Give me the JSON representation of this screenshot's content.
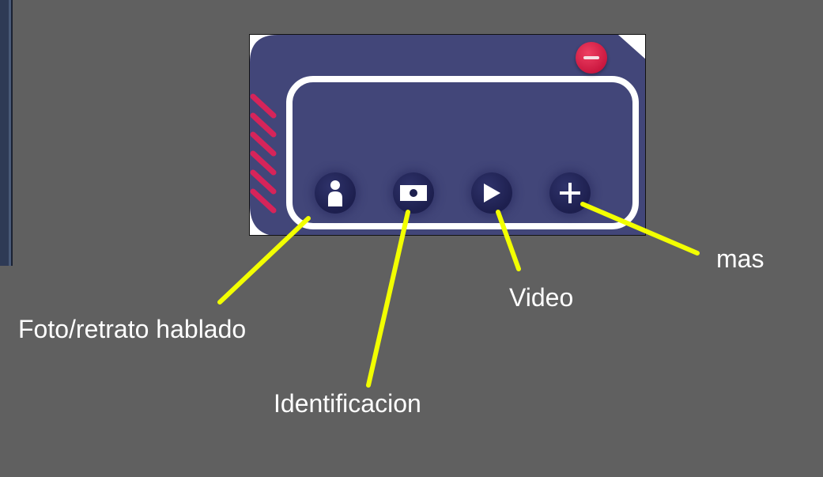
{
  "labels": {
    "photo": "Foto/retrato hablado",
    "id": "Identificacion",
    "video": "Video",
    "more": "mas"
  },
  "icons": {
    "close": "minus-circle-icon",
    "photo": "person-icon",
    "id": "id-card-icon",
    "video": "play-icon",
    "more": "plus-icon"
  },
  "colors": {
    "background": "#606060",
    "panel": "#424679",
    "button": "#1d1f4e",
    "accent": "#d6245a",
    "callout": "#f2ff00"
  }
}
